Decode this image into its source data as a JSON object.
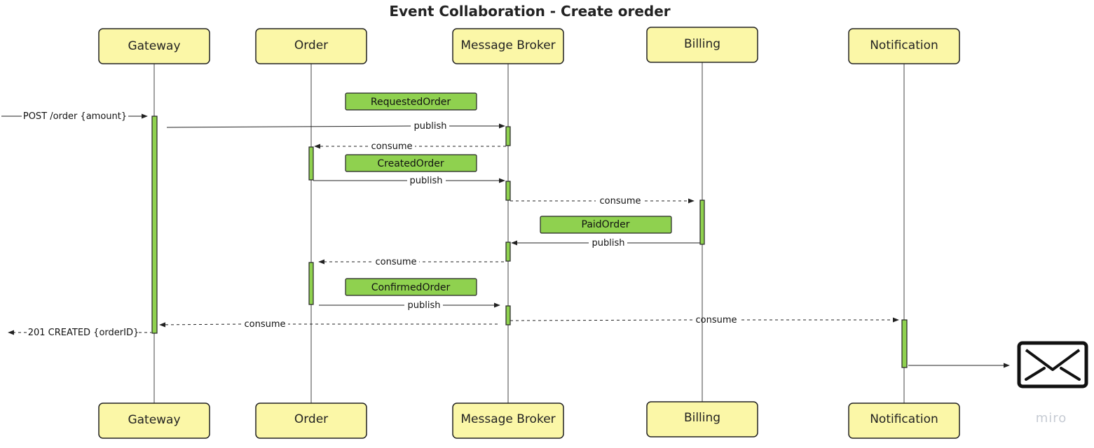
{
  "title": "Event Collaboration - Create oreder",
  "brand": "miro",
  "colors": {
    "box_fill": "#fbf7a7",
    "box_stroke": "#222222",
    "activation_fill": "#8fd14f",
    "event_fill": "#8fd14f",
    "line": "#222222"
  },
  "participants": [
    {
      "id": "gateway",
      "label": "Gateway"
    },
    {
      "id": "order",
      "label": "Order"
    },
    {
      "id": "broker",
      "label": "Message Broker"
    },
    {
      "id": "billing",
      "label": "Billing"
    },
    {
      "id": "notification",
      "label": "Notification"
    }
  ],
  "events": [
    "RequestedOrder",
    "CreatedOrder",
    "PaidOrder",
    "ConfirmedOrder"
  ],
  "messages": {
    "request": "POST /order {amount}",
    "publish_requested": "publish",
    "consume_requested": "consume",
    "publish_created": "publish",
    "consume_created": "consume",
    "publish_paid": "publish",
    "consume_paid": "consume",
    "publish_confirmed": "publish",
    "consume_confirmed_gateway": "consume",
    "consume_confirmed_notification": "consume",
    "response": "201 CREATED {orderID}"
  },
  "icons": {
    "email": "envelope-icon"
  }
}
